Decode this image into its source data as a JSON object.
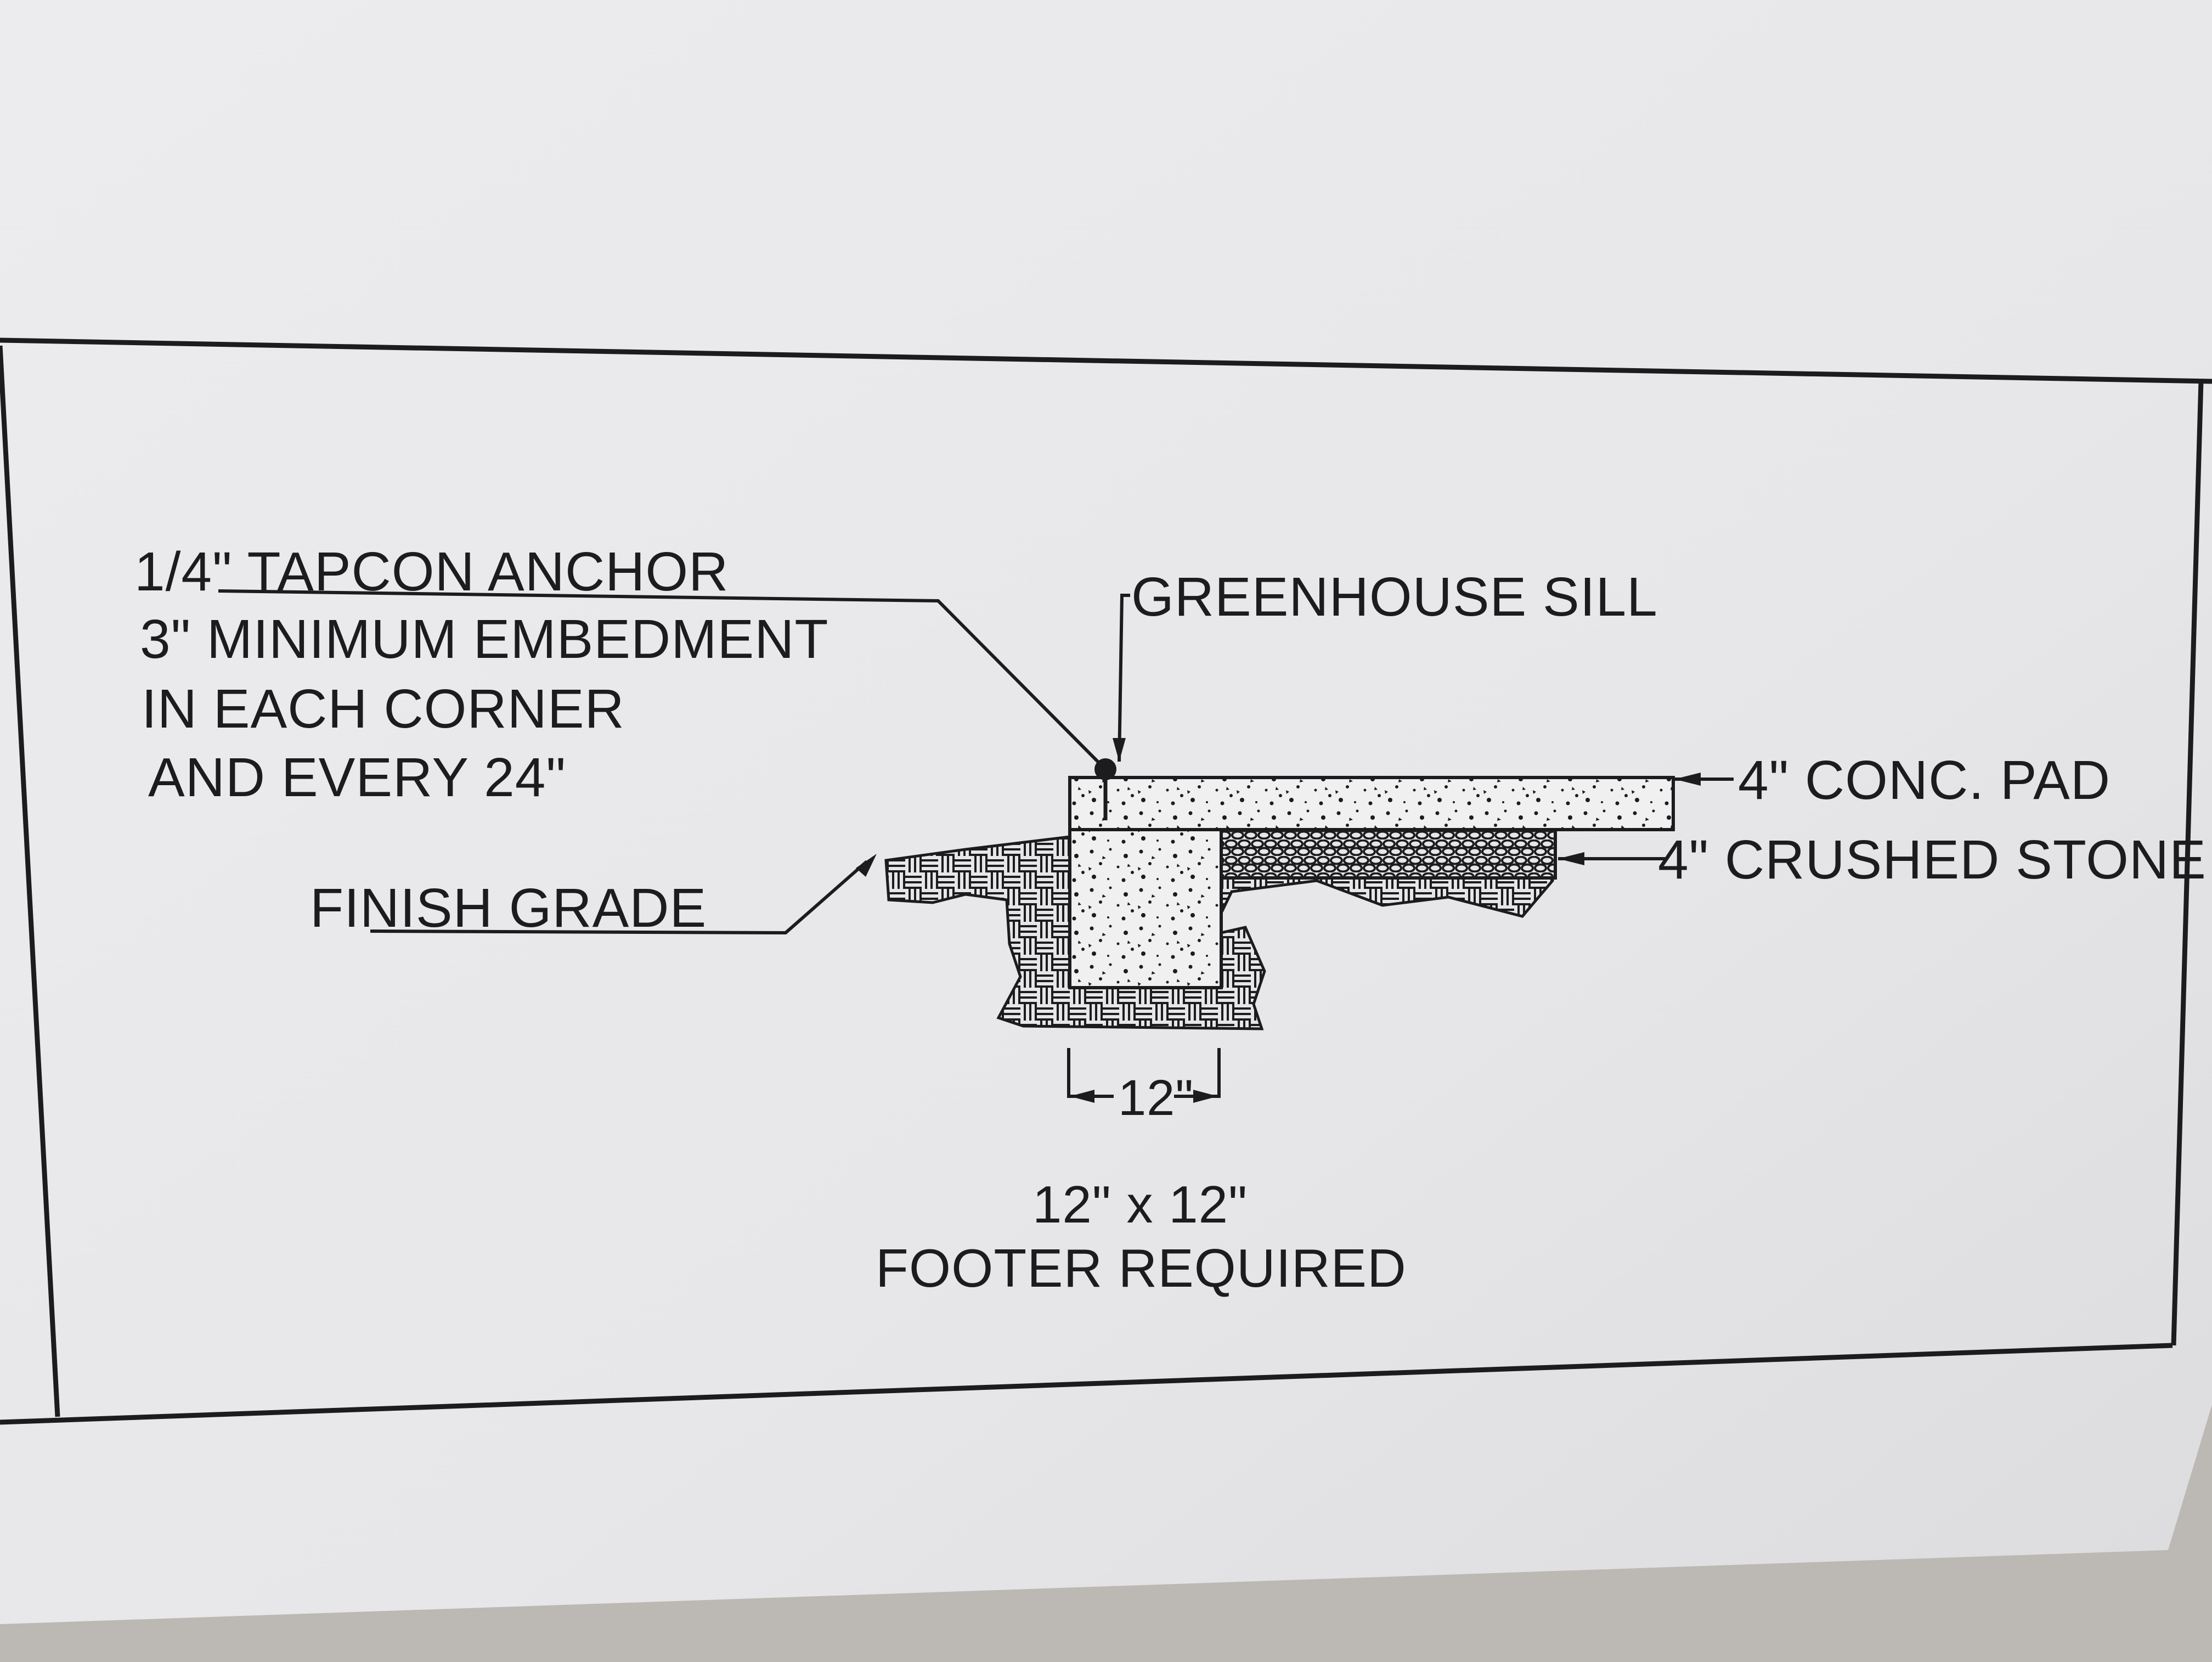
{
  "drawing": {
    "anchor_note": {
      "line1": "1/4\" TAPCON ANCHOR",
      "line2": "3\" MINIMUM EMBEDMENT",
      "line3": "IN EACH CORNER",
      "line4": "AND EVERY 24\""
    },
    "greenhouse_sill": "GREENHOUSE SILL",
    "conc_pad": "4\" CONC. PAD",
    "crushed_stone": "4\" CRUSHED STONE",
    "finish_grade": "FINISH GRADE",
    "footer_width": "12\"",
    "footer_note": {
      "line1": "12\" x 12\"",
      "line2": "FOOTER REQUIRED"
    }
  },
  "colors": {
    "paper": "#e9e9eb",
    "ink": "#1c1c1e",
    "background": "#bcb8b3"
  }
}
